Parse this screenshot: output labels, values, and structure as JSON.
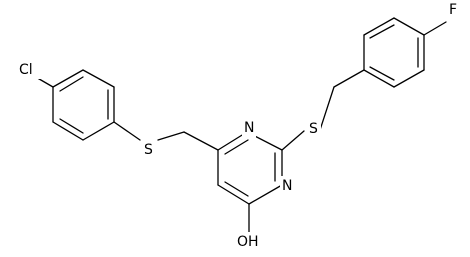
{
  "molecule": {
    "atoms": {
      "chlorine": "Cl",
      "sulfur_left": "S",
      "sulfur_right": "S",
      "nitrogen_top": "N",
      "nitrogen_bottom": "N",
      "fluorine": "F",
      "hydroxyl": "OH"
    }
  }
}
